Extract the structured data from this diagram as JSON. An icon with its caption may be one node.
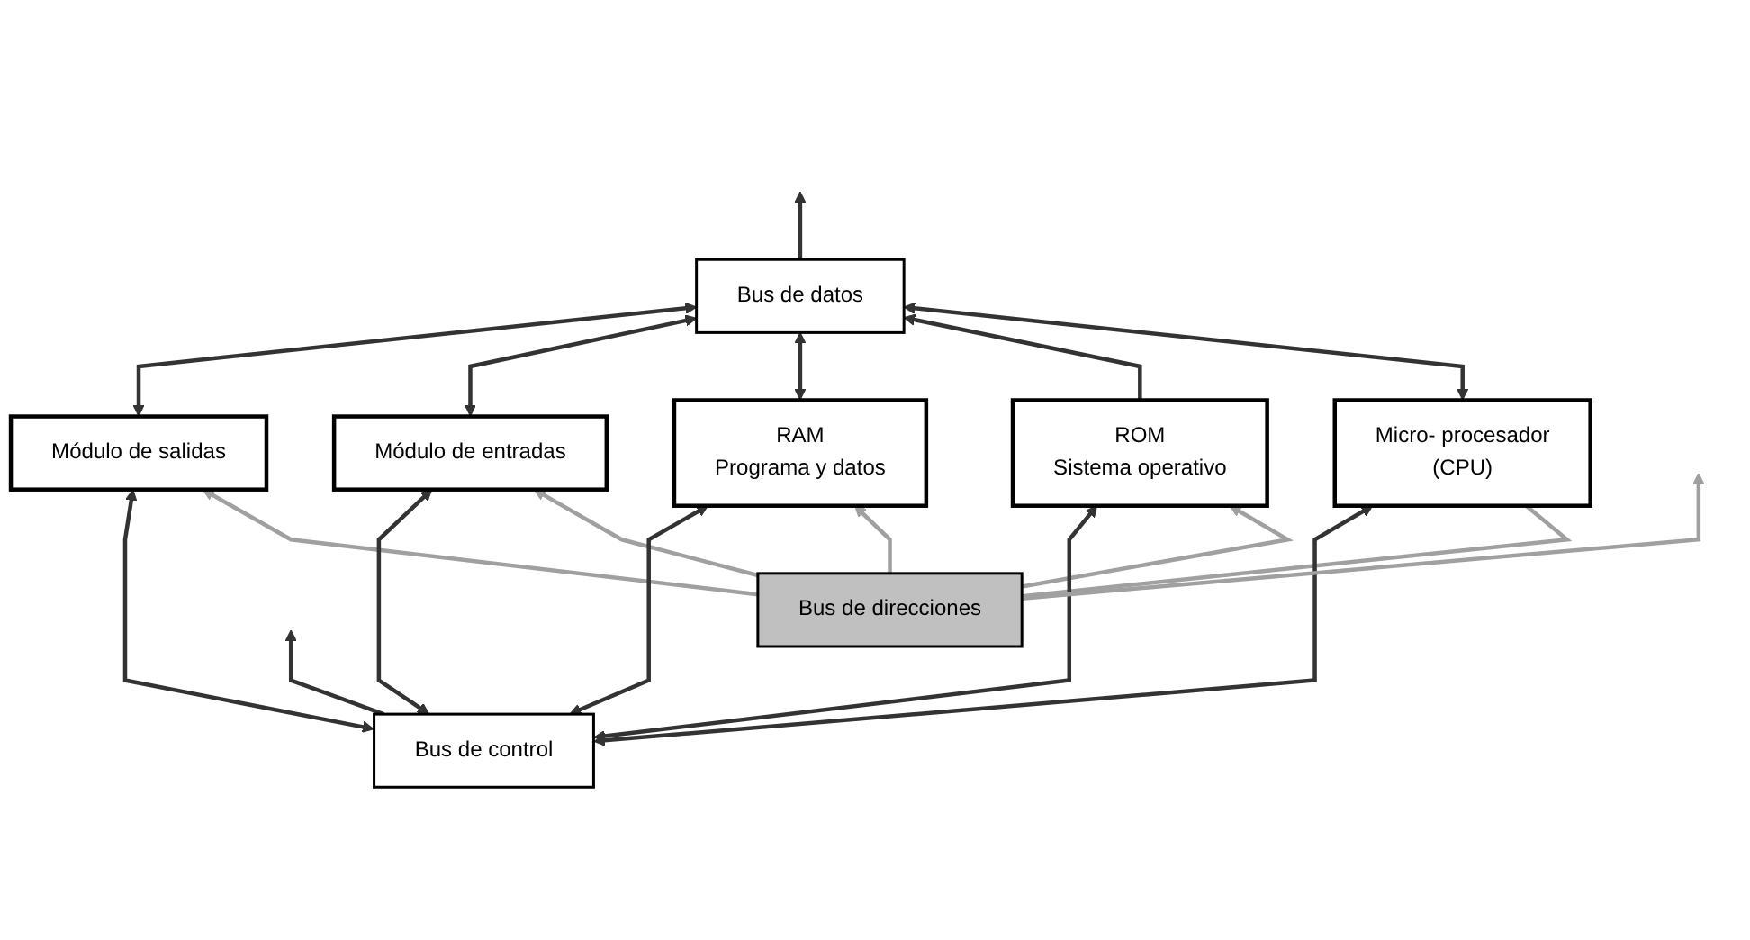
{
  "diagram": {
    "nodes": [
      {
        "text": [
          "Bus de datos"
        ]
      },
      {
        "text": [
          "Micro- procesador",
          "(CPU)"
        ]
      },
      {
        "text": [
          "ROM",
          "Sistema operativo"
        ]
      },
      {
        "text": [
          "RAM",
          "Programa y datos"
        ]
      },
      {
        "text": [
          "Módulo de entradas"
        ]
      },
      {
        "text": [
          "Módulo de salidas"
        ]
      },
      {
        "text": [
          "Bus de direcciones"
        ]
      },
      {
        "text": [
          "Bus de control"
        ]
      }
    ],
    "edges": [
      {
        "from": 1,
        "to": 0,
        "arrow": "both"
      },
      {
        "from": 2,
        "to": 0,
        "arrow": "to"
      },
      {
        "from": 3,
        "to": 0,
        "arrow": "both"
      },
      {
        "from": 4,
        "to": 0,
        "arrow": "both"
      },
      {
        "from": 5,
        "to": 0,
        "arrow": "both"
      },
      {
        "from": 1,
        "to": 6,
        "arrow": "none",
        "color": "#a0a0a0"
      },
      {
        "from": 6,
        "to": 2,
        "arrow": "to",
        "color": "#a0a0a0"
      },
      {
        "from": 6,
        "to": 3,
        "arrow": "to",
        "color": "#a0a0a0"
      },
      {
        "from": 6,
        "to": 4,
        "arrow": "to",
        "color": "#a0a0a0"
      },
      {
        "from": 6,
        "to": 5,
        "arrow": "to",
        "color": "#a0a0a0"
      },
      {
        "from": 2,
        "to": 7,
        "arrow": "both"
      },
      {
        "from": 3,
        "to": 7,
        "arrow": "both"
      },
      {
        "from": 4,
        "to": 7,
        "arrow": "both"
      },
      {
        "from": 5,
        "to": 7,
        "arrow": "both"
      },
      {
        "from": 1,
        "to": 7,
        "arrow": "both"
      },
      {
        "from": 0,
        "to": null,
        "arrow": "to"
      },
      {
        "from": 6,
        "to": null,
        "arrow": "to",
        "color": "#a0a0a0"
      },
      {
        "from": 7,
        "to": null,
        "arrow": "to"
      }
    ]
  }
}
